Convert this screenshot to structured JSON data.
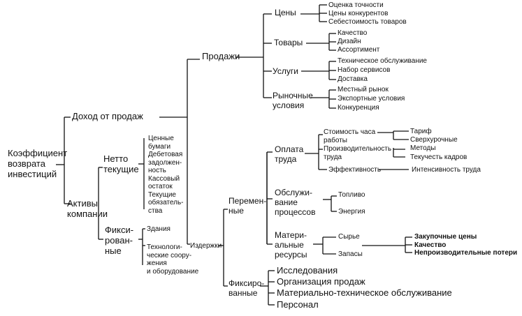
{
  "colors": {
    "ink": "#111111",
    "background": "#ffffff"
  },
  "root": "Коэффициент\nвозврата\nинвестиций",
  "revenue": {
    "label": "Доход от продаж",
    "sales": {
      "label": "Продажи",
      "prices": {
        "label": "Цены",
        "items": [
          "Оценка точности",
          "Цены конкурентов",
          "Себестоимость товаров"
        ]
      },
      "goods": {
        "label": "Товары",
        "items": [
          "Качество",
          "Дизайн",
          "Ассортимент"
        ]
      },
      "services": {
        "label": "Услуги",
        "items": [
          "Техническое обслуживание",
          "Набор сервисов",
          "Доставка"
        ]
      },
      "market": {
        "label": "Рыночные\nусловия",
        "items": [
          "Местный рынок",
          "Экспортные условия",
          "Конкуренция"
        ]
      }
    }
  },
  "assets": {
    "label": "Активы\nкомпании",
    "net_current": {
      "label": "Нетто\nтекущие",
      "items": "Ценные\nбумаги\nДебетовая\nзадолжен-\nность\nКассовый\nостаток\nТекущие\nобязатель-\nства"
    },
    "fixed": {
      "label": "Фикси-\nрован-\nные",
      "buildings": "Здания",
      "tech": "Технологи-\nческие соору-\nжения\nи оборудование"
    }
  },
  "costs": {
    "label": "Издержки",
    "variable": {
      "label": "Перемен-\nные",
      "pay": {
        "label": "Оплата\nтруда",
        "hour_cost": {
          "label": "Стоимость часа\nработы",
          "items": [
            "Тариф",
            "Сверхурочные"
          ]
        },
        "productivity": {
          "label": "Производительность\nтруда",
          "items": [
            "Методы",
            "Текучесть кадров"
          ]
        },
        "efficiency": {
          "label": "Эффективность",
          "item": "Интенсивность труда"
        }
      },
      "process": {
        "label": "Обслужи-\nвание\nпроцессов",
        "items": [
          "Топливо",
          "Энергия"
        ]
      },
      "materials": {
        "label": "Матери-\nальные\nресурсы",
        "raw": "Сырье",
        "stocks": "Запасы",
        "factors": [
          "Закупочные цены",
          "Качество",
          "Непроизводительные потери"
        ]
      }
    },
    "fixed": {
      "label": "Фиксиро-\nванные",
      "items": [
        "Исследования",
        "Организация продаж",
        "Материально-техническое обслуживание",
        "Персонал"
      ]
    }
  }
}
